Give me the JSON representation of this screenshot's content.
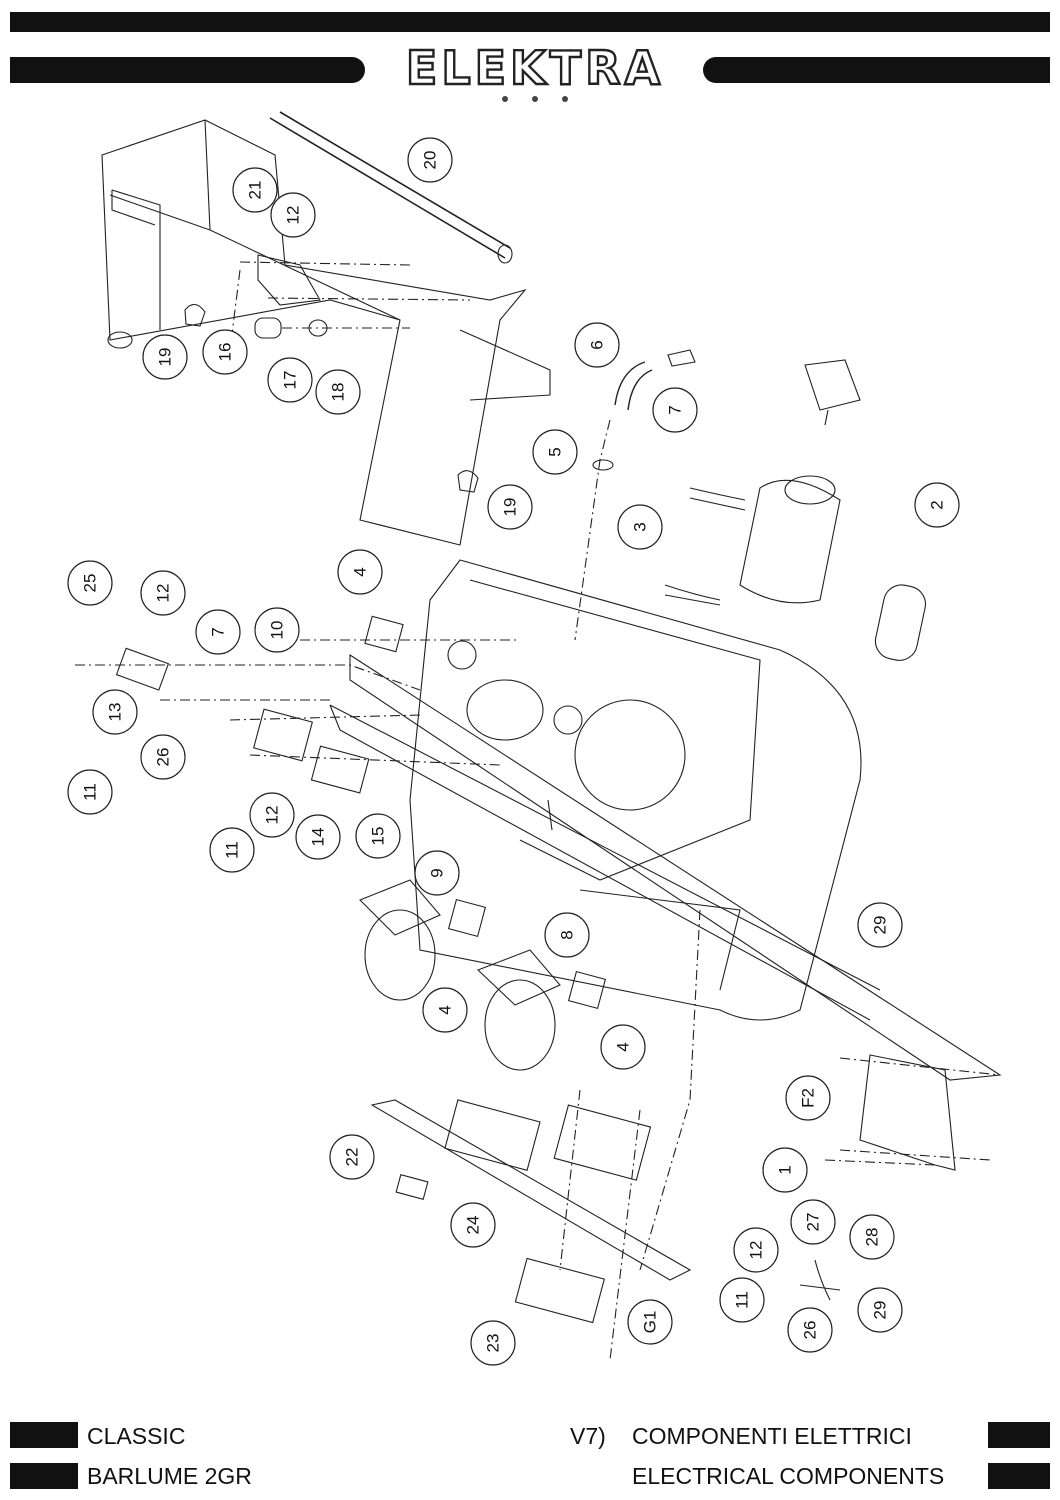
{
  "header": {
    "brand": "ELEKTRA"
  },
  "footer": {
    "model_line": "CLASSIC",
    "model_name": "BARLUME 2GR",
    "section_code": "V7)",
    "section_title_it": "COMPONENTI ELETTRICI",
    "section_title_en": "ELECTRICAL COMPONENTS"
  },
  "diagram": {
    "callouts": [
      "20",
      "21",
      "12",
      "19",
      "16",
      "17",
      "18",
      "6",
      "7",
      "5",
      "19",
      "3",
      "2",
      "25",
      "12",
      "7",
      "10",
      "4",
      "13",
      "11",
      "26",
      "11",
      "12",
      "14",
      "15",
      "9",
      "8",
      "4",
      "4",
      "29",
      "F2",
      "1",
      "22",
      "24",
      "12",
      "27",
      "28",
      "11",
      "26",
      "29",
      "23",
      "G1"
    ]
  }
}
